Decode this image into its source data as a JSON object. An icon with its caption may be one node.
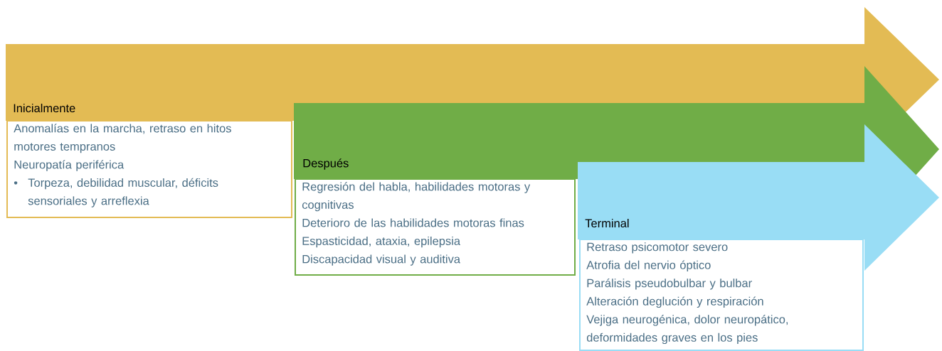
{
  "diagram": {
    "nodes": [
      {
        "text": [
          "Inicialmente",
          "Anomalías en la marcha, retraso en hitos motores tempranos",
          "Neuropatía periférica",
          "Torpeza, debilidad muscular, déficits sensoriales y arreflexia"
        ]
      },
      {
        "text": [
          "Después",
          "Regresión del habla, habilidades motoras y cognitivas",
          "Deterioro de las habilidades motoras finas",
          "Espasticidad, ataxia, epilepsia",
          "Discapacidad visual y auditiva"
        ]
      },
      {
        "text": [
          "Terminal",
          "Retraso psicomotor severo",
          "Atrofia del nervio óptico",
          "Parálisis pseudobulbar y bulbar",
          "Alteración deglución y respiración",
          "Vejiga neurogénica, dolor neuropático, deformidades graves en los pies"
        ]
      }
    ],
    "edges": [],
    "labels": [
      "•"
    ]
  }
}
